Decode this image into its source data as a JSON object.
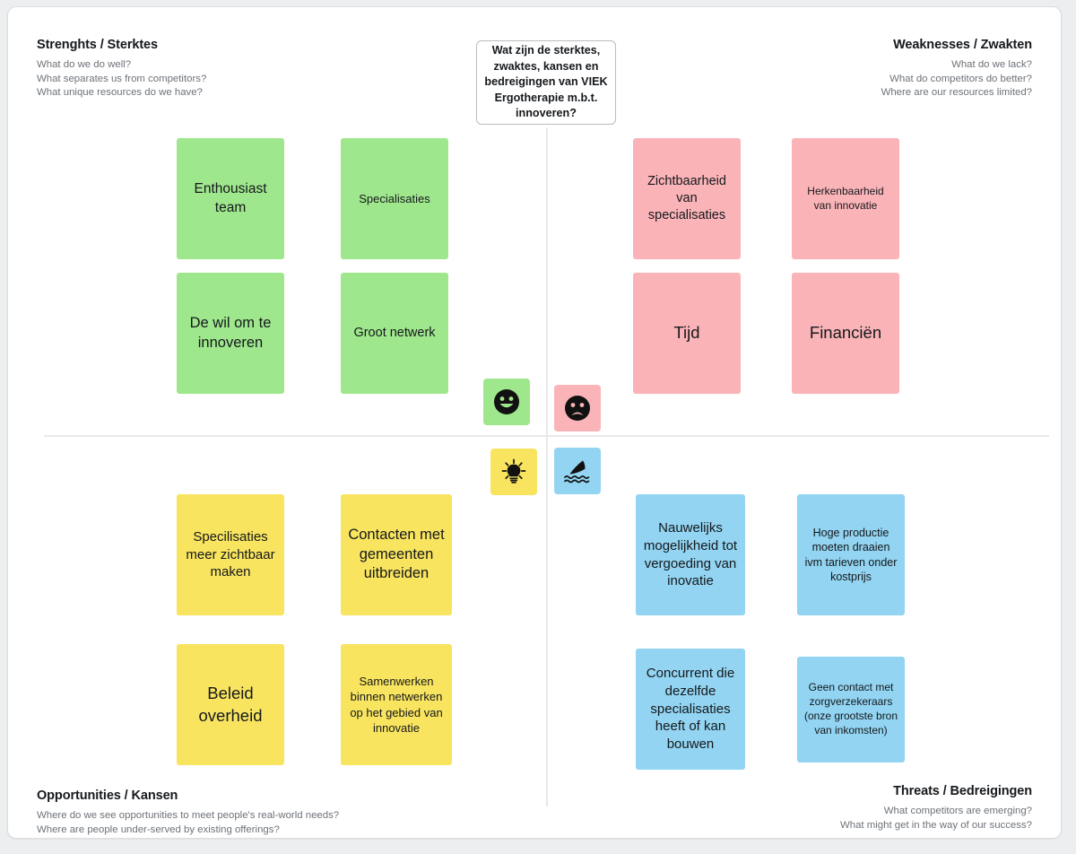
{
  "board": {
    "background_color": "#edeef0",
    "canvas_color": "#ffffff",
    "divider_color": "#e8e9eb"
  },
  "question": {
    "text": "Wat zijn de sterktes, zwaktes, kansen en bedreigingen van VIEK Ergotherapie m.b.t. innoveren?"
  },
  "quadrants": {
    "strengths": {
      "title": "Strenghts / Sterktes",
      "prompts": "What do we do well?\nWhat separates us from competitors?\nWhat unique resources do we have?",
      "color": "#9FE78D"
    },
    "weaknesses": {
      "title": "Weaknesses / Zwakten",
      "prompts": "What do we lack?\nWhat do competitors do better?\nWhere are our resources limited?",
      "color": "#FAB4B8"
    },
    "opportunities": {
      "title": "Opportunities / Kansen",
      "prompts": "Where do we see opportunities to meet people's real-world needs?\nWhere are people under-served by existing offerings?",
      "color": "#F8E45F"
    },
    "threats": {
      "title": "Threats / Bedreigingen",
      "prompts": "What competitors are emerging?\nWhat might get in the way of our success?",
      "color": "#92D4F1"
    }
  },
  "tiles": [
    {
      "icon": "smiley-face-icon",
      "color": "#9FE78D",
      "quadrant": "strengths"
    },
    {
      "icon": "sad-face-icon",
      "color": "#FAB4B8",
      "quadrant": "weaknesses"
    },
    {
      "icon": "lightbulb-icon",
      "color": "#F8E45F",
      "quadrant": "opportunities"
    },
    {
      "icon": "shark-fin-icon",
      "color": "#92D4F1",
      "quadrant": "threats"
    }
  ],
  "notes": {
    "strengths": [
      {
        "text": "Enthousiast team",
        "color": "#9FE78D"
      },
      {
        "text": "Specialisaties",
        "color": "#9FE78D"
      },
      {
        "text": "De wil om te innoveren",
        "color": "#9FE78D"
      },
      {
        "text": "Groot netwerk",
        "color": "#9FE78D"
      }
    ],
    "weaknesses": [
      {
        "text": "Zichtbaarheid van specialisaties",
        "color": "#FAB4B8"
      },
      {
        "text": "Herkenbaarheid van innovatie",
        "color": "#FAB4B8"
      },
      {
        "text": "Tijd",
        "color": "#FAB4B8"
      },
      {
        "text": "Financiën",
        "color": "#FAB4B8"
      }
    ],
    "opportunities": [
      {
        "text": "Specilisaties meer zichtbaar maken",
        "color": "#F8E45F"
      },
      {
        "text": "Contacten met gemeenten uitbreiden",
        "color": "#F8E45F"
      },
      {
        "text": "Beleid overheid",
        "color": "#F8E45F"
      },
      {
        "text": "Samenwerken binnen netwerken op het gebied van innovatie",
        "color": "#F8E45F"
      }
    ],
    "threats": [
      {
        "text": "Nauwelijks mogelijkheid tot vergoeding van inovatie",
        "color": "#92D4F1"
      },
      {
        "text": "Hoge productie moeten draaien ivm tarieven onder kostprijs",
        "color": "#92D4F1"
      },
      {
        "text": "Concurrent die dezelfde specialisaties heeft of kan bouwen",
        "color": "#92D4F1"
      },
      {
        "text": "Geen contact met zorgverzekeraars (onze grootste bron van inkomsten)",
        "color": "#92D4F1"
      }
    ]
  }
}
